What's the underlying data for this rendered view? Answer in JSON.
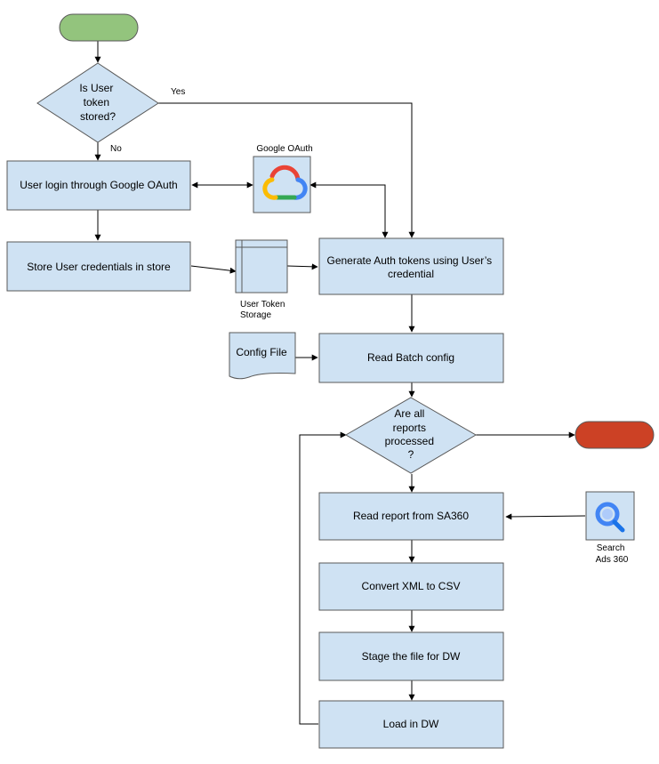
{
  "decision_user_token": [
    "Is User",
    "token",
    "stored?"
  ],
  "edge_yes": "Yes",
  "edge_no": "No",
  "google_oauth_label": "Google OAuth",
  "process_login": "User login through Google OAuth",
  "process_store": "Store User credentials in store",
  "storage_label": [
    "User Token",
    "Storage"
  ],
  "process_generate": [
    "Generate Auth tokens using User’s",
    "credential"
  ],
  "config_file_label": "Config File",
  "process_read_batch": "Read Batch config",
  "decision_reports": [
    "Are all",
    "reports",
    "processed",
    "?"
  ],
  "process_read_report": "Read report from SA360",
  "search_ads_label": [
    "Search",
    "Ads 360"
  ],
  "process_convert": "Convert XML to CSV",
  "process_stage": "Stage the file for DW",
  "process_load": "Load in DW",
  "colors": {
    "start": "#93c47d",
    "end": "#cc4125",
    "process_fill": "#cfe2f3",
    "google_red": "#ea4335",
    "google_blue": "#4285f4",
    "google_yellow": "#fbbc04",
    "google_green": "#34a853"
  },
  "icons": {
    "google_oauth": "google-cloud-icon",
    "search_ads": "search-ads-360-icon"
  }
}
